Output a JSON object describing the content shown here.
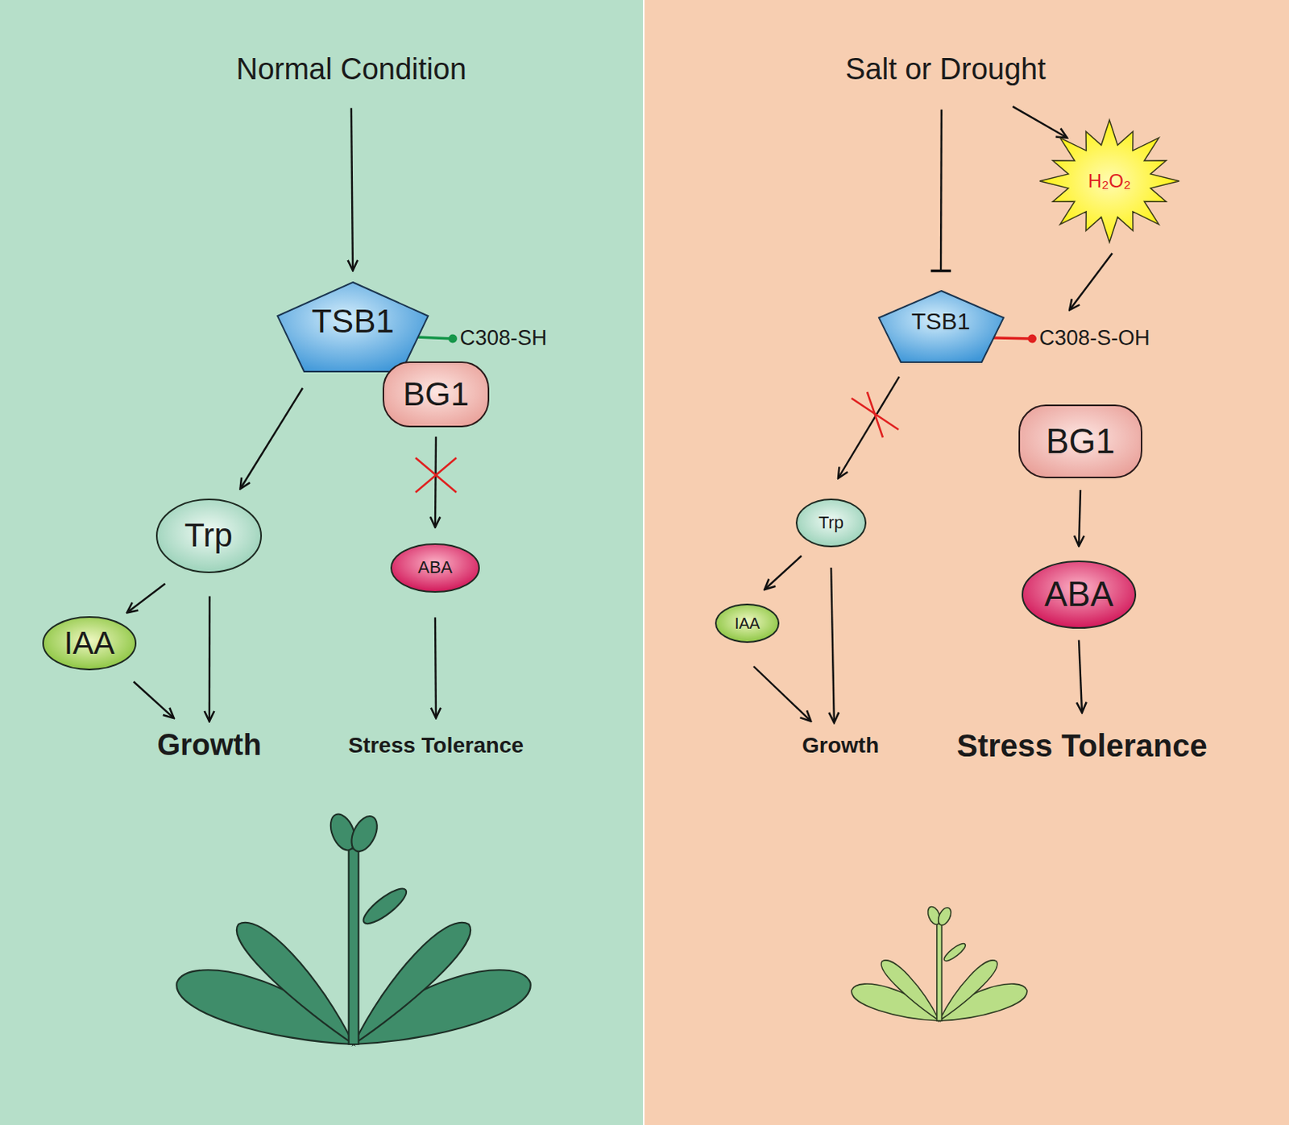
{
  "diagram": {
    "nodes": [
      {
        "text": [
          "Normal Condition"
        ]
      },
      {
        "text": [
          "TSB1"
        ]
      },
      {
        "text": [
          "C308-SH"
        ]
      },
      {
        "text": [
          "BG1"
        ]
      },
      {
        "text": [
          "Trp"
        ]
      },
      {
        "text": [
          "IAA"
        ]
      },
      {
        "text": [
          "ABA"
        ]
      },
      {
        "text": [
          "Growth"
        ]
      },
      {
        "text": [
          "Stress Tolerance"
        ]
      },
      {
        "text": [
          "Salt or Drought"
        ]
      },
      {
        "text": [
          "H₂O₂"
        ]
      },
      {
        "text": [
          "TSB1"
        ]
      },
      {
        "text": [
          "C308-S-OH"
        ]
      },
      {
        "text": [
          "BG1"
        ]
      },
      {
        "text": [
          "Trp"
        ]
      },
      {
        "text": [
          "IAA"
        ]
      },
      {
        "text": [
          "ABA"
        ]
      },
      {
        "text": [
          "Growth"
        ]
      },
      {
        "text": [
          "Stress Tolerance"
        ]
      }
    ],
    "edges": [
      {
        "from": 0,
        "to": 1,
        "arrow": "to"
      },
      {
        "from": 1,
        "to": 2,
        "arrow": "none"
      },
      {
        "from": 1,
        "to": 4,
        "arrow": "to"
      },
      {
        "from": 4,
        "to": 5,
        "arrow": "to"
      },
      {
        "from": 4,
        "to": 7,
        "arrow": "to"
      },
      {
        "from": 5,
        "to": 7,
        "arrow": "to"
      },
      {
        "from": 3,
        "to": 6,
        "arrow": "to"
      },
      {
        "from": 6,
        "to": 8,
        "arrow": "to"
      },
      {
        "from": 9,
        "to": 11,
        "arrow": "to"
      },
      {
        "from": 9,
        "to": 10,
        "arrow": "to"
      },
      {
        "from": 10,
        "to": 12,
        "arrow": "to"
      },
      {
        "from": 11,
        "to": 12,
        "arrow": "none"
      },
      {
        "from": 11,
        "to": 14,
        "arrow": "to"
      },
      {
        "from": 14,
        "to": 15,
        "arrow": "to"
      },
      {
        "from": 14,
        "to": 17,
        "arrow": "to"
      },
      {
        "from": 15,
        "to": 17,
        "arrow": "to"
      },
      {
        "from": 13,
        "to": 16,
        "arrow": "to"
      },
      {
        "from": 16,
        "to": 18,
        "arrow": "to"
      }
    ]
  }
}
